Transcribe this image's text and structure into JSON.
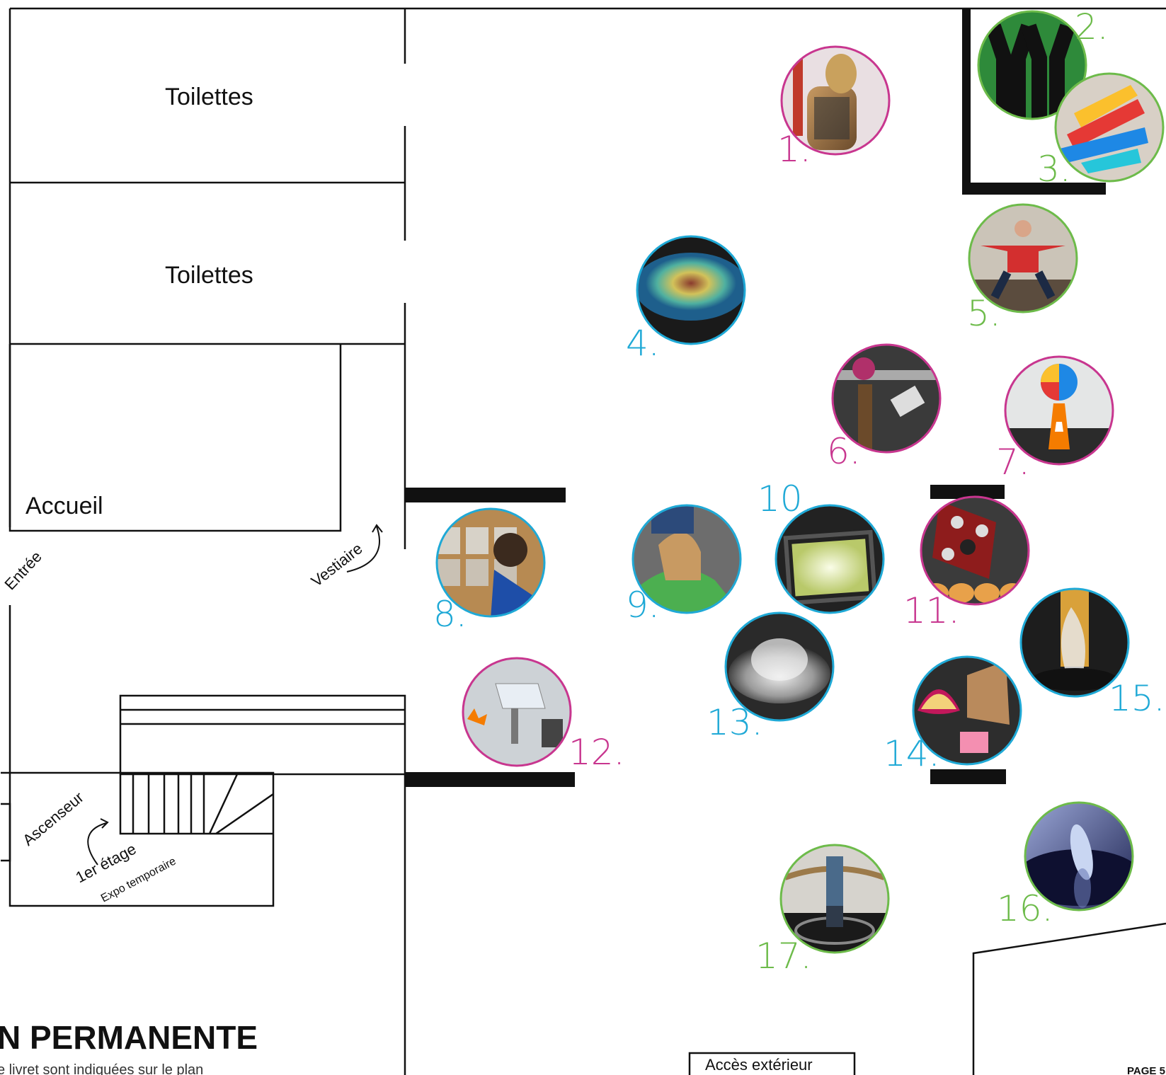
{
  "rooms": {
    "toilets_1": "Toilettes",
    "toilets_2": "Toilettes",
    "reception": "Accueil",
    "entrance": "Entrée",
    "cloakroom": "Vestiaire",
    "elevator": "Ascenseur",
    "first_floor": "1er étage",
    "temporary_expo": "Expo temporaire",
    "outside_access": "Accès extérieur"
  },
  "footer": {
    "title": "N PERMANENTE",
    "subtitle": "e livret sont indiquées sur le plan",
    "page": "PAGE 5"
  },
  "colors": {
    "magenta": "#c8368f",
    "cyan": "#1fa9d6",
    "green": "#6dbb4a",
    "wall": "#111111"
  },
  "exhibits": [
    {
      "label": "1.",
      "color": "magenta",
      "photo": "guitar-and-cable-drum"
    },
    {
      "label": "2.",
      "color": "green",
      "photo": "silhouettes-on-green"
    },
    {
      "label": "3.",
      "color": "green",
      "photo": "colored-hand-shadows"
    },
    {
      "label": "4.",
      "color": "cyan",
      "photo": "augmented-sandbox-island"
    },
    {
      "label": "5.",
      "color": "green",
      "photo": "person-balancing"
    },
    {
      "label": "6.",
      "color": "magenta",
      "photo": "person-at-touchscreen"
    },
    {
      "label": "7.",
      "color": "magenta",
      "photo": "ball-on-cone"
    },
    {
      "label": "8.",
      "color": "cyan",
      "photo": "child-at-wall-panels"
    },
    {
      "label": "9.",
      "color": "cyan",
      "photo": "sandbox-hands"
    },
    {
      "label": "10.",
      "color": "cyan",
      "photo": "light-table"
    },
    {
      "label": "11.",
      "color": "magenta",
      "photo": "red-board-with-holes"
    },
    {
      "label": "12.",
      "color": "magenta",
      "photo": "clear-box-drawing"
    },
    {
      "label": "13.",
      "color": "cyan",
      "photo": "fog-basin"
    },
    {
      "label": "14.",
      "color": "cyan",
      "photo": "cheese-shaped-objects"
    },
    {
      "label": "15.",
      "color": "cyan",
      "photo": "fog-tornado"
    },
    {
      "label": "16.",
      "color": "green",
      "photo": "spinning-disc"
    },
    {
      "label": "17.",
      "color": "green",
      "photo": "person-on-turntable"
    }
  ]
}
